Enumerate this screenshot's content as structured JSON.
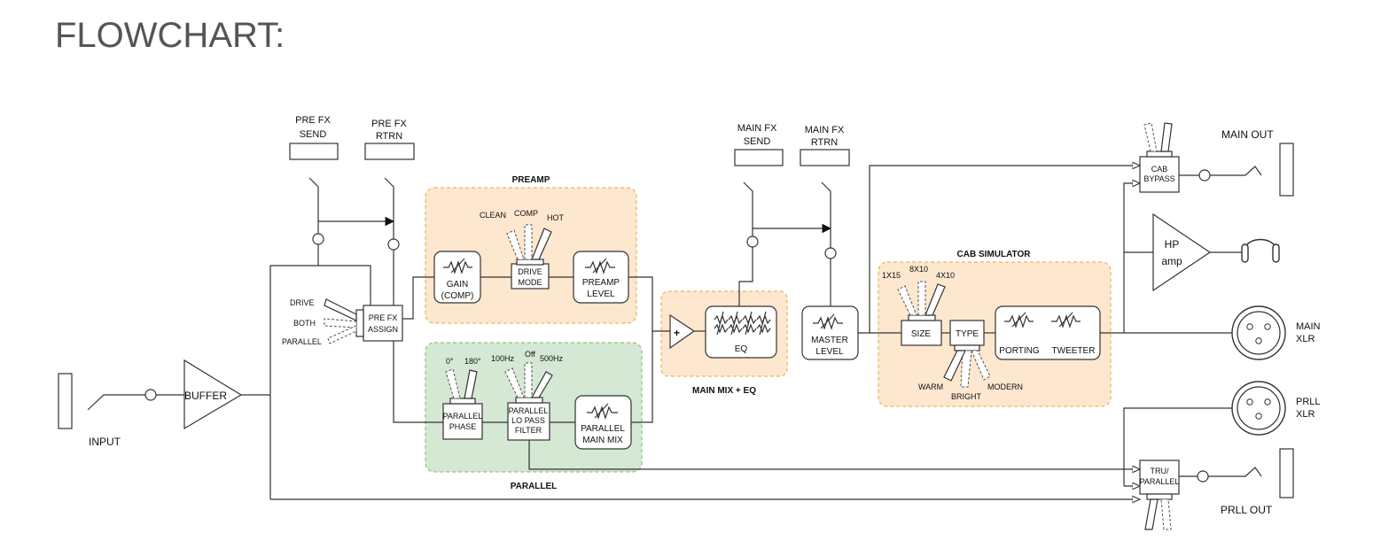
{
  "title": "FLOWCHART:",
  "colors": {
    "orange_fill": "#fde7cf",
    "orange_stroke": "#e5a93c",
    "green_fill": "#d5e8d4",
    "green_stroke": "#82b366",
    "wire": "#333333"
  },
  "labels": {
    "input": "INPUT",
    "buffer": "BUFFER",
    "pre_fx_send": [
      "PRE FX",
      "SEND"
    ],
    "pre_fx_rtrn": [
      "PRE FX",
      "RTRN"
    ],
    "pre_fx_assign": [
      "PRE FX",
      "ASSIGN"
    ],
    "assign_options": [
      "DRIVE",
      "BOTH",
      "PARALLEL"
    ],
    "preamp": "PREAMP",
    "drive_options": [
      "CLEAN",
      "COMP",
      "HOT"
    ],
    "gain": [
      "GAIN",
      "(COMP)"
    ],
    "drive_mode": [
      "DRIVE",
      "MODE"
    ],
    "preamp_level": [
      "PREAMP",
      "LEVEL"
    ],
    "parallel": "PARALLEL",
    "phase_options": [
      "0°",
      "180°"
    ],
    "filter_options": [
      "100Hz",
      "Off",
      "500Hz"
    ],
    "parallel_phase": [
      "PARALLEL",
      "PHASE"
    ],
    "parallel_lo_pass": [
      "PARALLEL",
      "LO PASS",
      "FILTER"
    ],
    "parallel_main_mix": [
      "PARALLEL",
      "MAIN MIX"
    ],
    "main_mix_eq": "MAIN MIX + EQ",
    "plus": "+",
    "eq": "EQ",
    "main_fx_send": [
      "MAIN FX",
      "SEND"
    ],
    "main_fx_rtrn": [
      "MAIN FX",
      "RTRN"
    ],
    "master_level": [
      "MASTER",
      "LEVEL"
    ],
    "cab_simulator": "CAB SIMULATOR",
    "size_options": [
      "1X15",
      "8X10",
      "4X10"
    ],
    "size": "SIZE",
    "type": "TYPE",
    "type_options": [
      "WARM",
      "BRIGHT",
      "MODERN"
    ],
    "porting": "PORTING",
    "tweeter": "TWEETER",
    "cab_bypass": [
      "CAB",
      "BYPASS"
    ],
    "main_out": "MAIN OUT",
    "hp_amp": [
      "HP",
      "amp"
    ],
    "main_xlr": [
      "MAIN",
      "XLR"
    ],
    "prll_xlr": [
      "PRLL",
      "XLR"
    ],
    "tru_parallel": [
      "TRU/",
      "PARALLEL"
    ],
    "prll_out": "PRLL OUT"
  }
}
